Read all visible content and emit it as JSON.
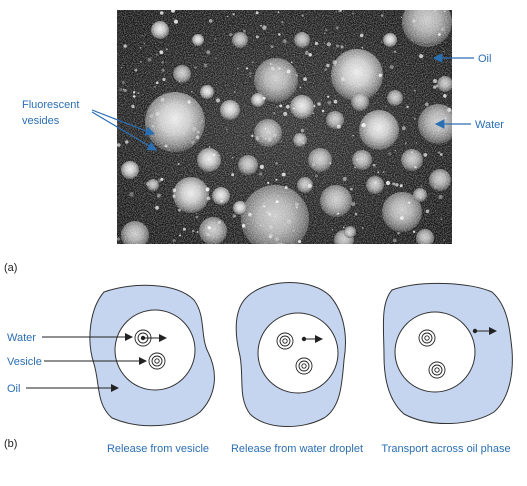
{
  "panel_a": {
    "tag": "(a)",
    "labels": {
      "oil": "Oil",
      "water": "Water",
      "fluorescent_line1": "Fluorescent",
      "fluorescent_line2": "vesides"
    }
  },
  "panel_b": {
    "tag": "(b)",
    "labels": {
      "water": "Water",
      "vesicle": "Vesicle",
      "oil": "Oil"
    },
    "captions": [
      "Release from vesicle",
      "Release from water droplet",
      "Transport across oil phase"
    ]
  },
  "colors": {
    "oil_fill": "#c5d5ef",
    "label_blue": "#2b6fb3",
    "micrograph_bg": "#1a1a1a"
  }
}
